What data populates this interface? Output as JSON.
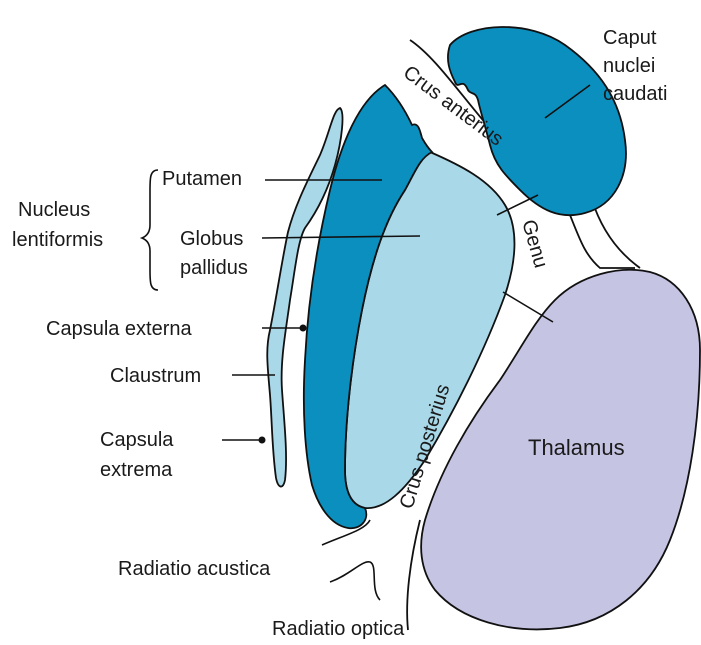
{
  "labels": {
    "caput_line1": "Caput",
    "caput_line2": "nuclei",
    "caput_line3": "caudati",
    "crus_anterius": "Crus anterius",
    "genu": "Genu",
    "crus_posterius": "Crus posterius",
    "thalamus": "Thalamus",
    "nucleus_line1": "Nucleus",
    "nucleus_line2": "lentiformis",
    "putamen": "Putamen",
    "globus_line1": "Globus",
    "globus_line2": "pallidus",
    "capsula_externa": "Capsula externa",
    "claustrum": "Claustrum",
    "capsula_extrema_line1": "Capsula",
    "capsula_extrema_line2": "extrema",
    "radiatio_acustica": "Radiatio acustica",
    "radiatio_optica": "Radiatio optica"
  },
  "colors": {
    "caudate": "#0b8fbf",
    "putamen": "#0b8fbf",
    "globus_pallidus": "#a9d8e8",
    "claustrum": "#a9d8e8",
    "thalamus": "#c6c4e3",
    "outline": "#111111",
    "background": "#ffffff"
  }
}
